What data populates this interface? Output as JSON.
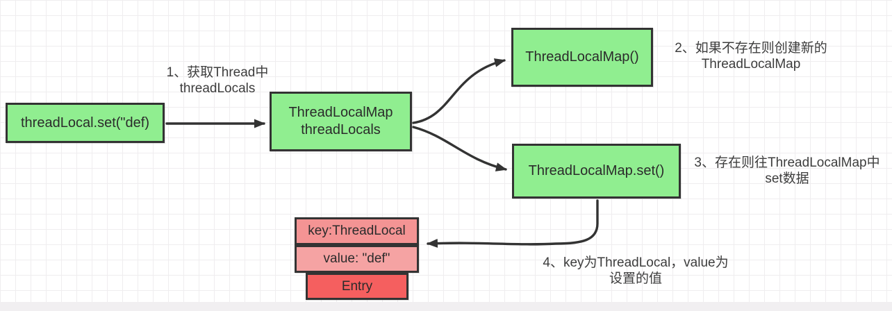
{
  "nodes": {
    "thread_local_set": {
      "label": "threadLocal.set(\"def)"
    },
    "thread_local_map": {
      "line1": "ThreadLocalMap",
      "line2": "threadLocals"
    },
    "new_thread_local_map": {
      "label": "ThreadLocalMap()"
    },
    "thread_local_map_set": {
      "label": "ThreadLocalMap.set()"
    },
    "entry_key": {
      "label": "key:ThreadLocal"
    },
    "entry_value": {
      "label": "value: \"def\""
    },
    "entry": {
      "label": "Entry"
    }
  },
  "annotations": {
    "step1": {
      "line1": "1、获取Thread中",
      "line2": "threadLocals"
    },
    "step2": {
      "line1": "2、如果不存在则创建新的",
      "line2": "ThreadLocalMap"
    },
    "step3": {
      "line1": "3、存在则往ThreadLocalMap中",
      "line2": "set数据"
    },
    "step4": {
      "line1": "4、key为ThreadLocal，value为",
      "line2": "设置的值"
    }
  },
  "colors": {
    "node_green": "#90ee90",
    "node_pink": "#f49494",
    "node_pink_light": "#f5a3a3",
    "node_red": "#f55f5f",
    "border": "#333333",
    "arrow": "#333333",
    "annotation_text": "#3d3d3d",
    "node_text": "#2b2b2b"
  }
}
